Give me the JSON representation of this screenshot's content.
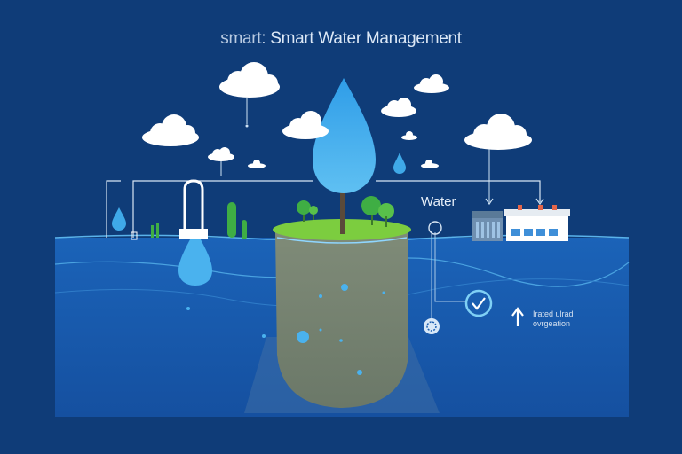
{
  "title": {
    "prefix": "smart:",
    "main": "Smart Water Management"
  },
  "labels": {
    "water": "Water",
    "note_line1": "Irated ulrad",
    "note_line2": "ovrgeation"
  },
  "colors": {
    "background": "#0f3c78",
    "water": "#1a5eb0",
    "droplet": "#3fa9e8",
    "ground": "#7a8675",
    "grass": "#7ccd3f",
    "cloud": "#ffffff"
  },
  "icons": [
    "cloud-icon",
    "droplet-icon",
    "tree-icon",
    "tap-icon",
    "building-icon",
    "check-icon",
    "sensor-icon",
    "arrow-up-icon"
  ]
}
